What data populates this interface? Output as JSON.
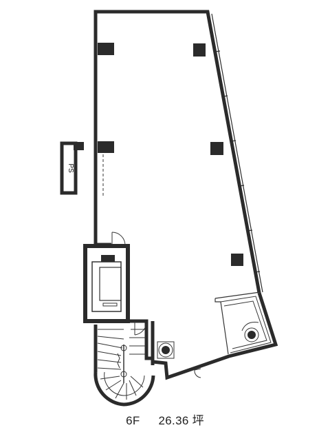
{
  "plan": {
    "floor": "6F",
    "area": "26.36 坪",
    "ps_label": "PS",
    "colors": {
      "wall": "#2b2b2b",
      "line": "#333333",
      "background": "#ffffff"
    }
  }
}
